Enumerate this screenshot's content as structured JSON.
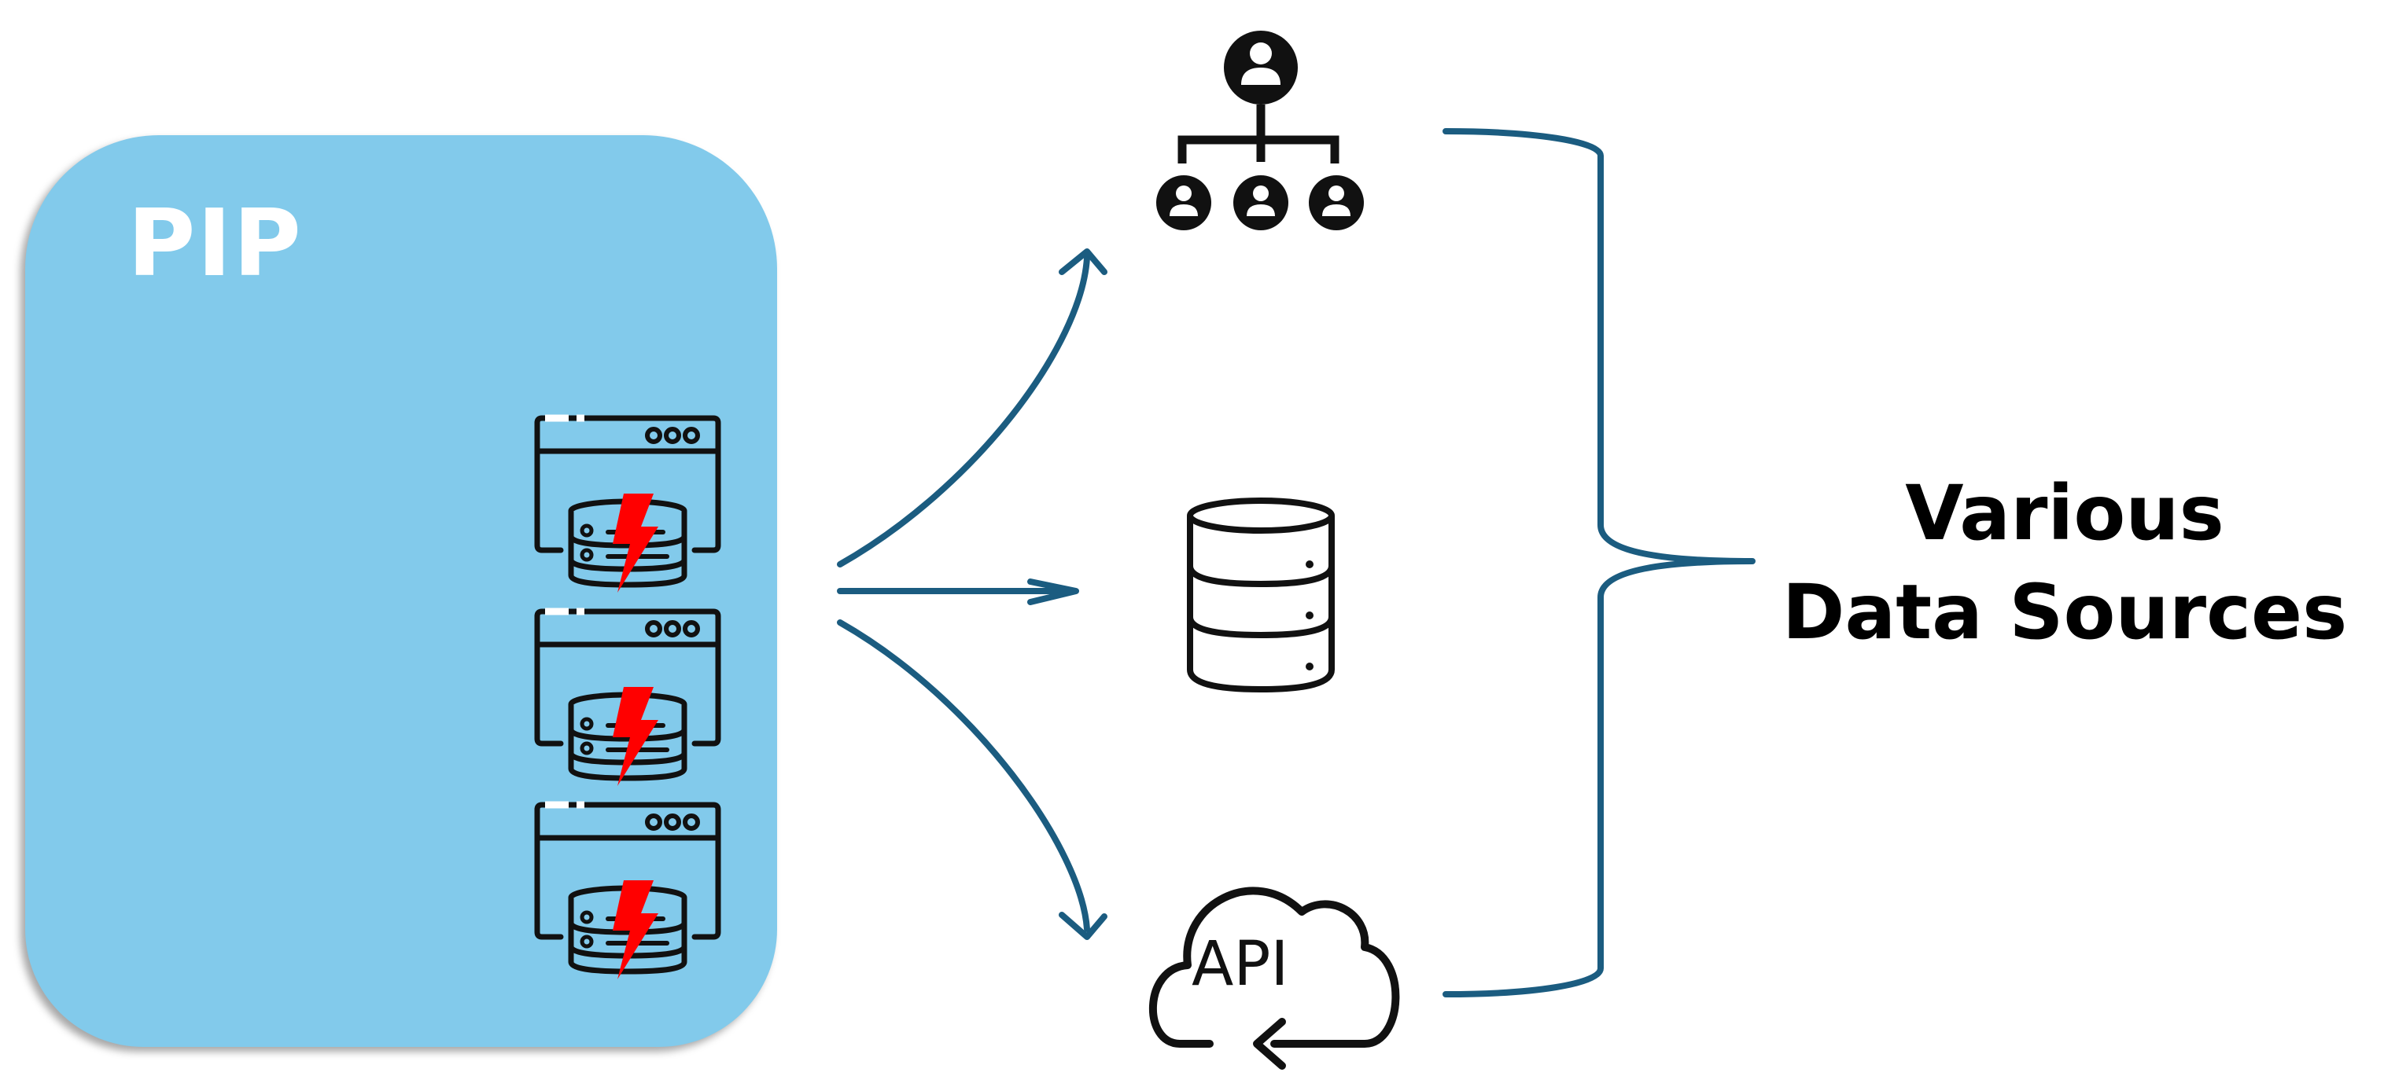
{
  "pip": {
    "title": "PIP",
    "box_color": "#82CAEB",
    "title_color": "#FFFFFF",
    "server_icons": [
      {
        "icon": "server-database-icon",
        "alert_icon": "lightning-bolt-icon"
      },
      {
        "icon": "server-database-icon",
        "alert_icon": "lightning-bolt-icon"
      },
      {
        "icon": "server-database-icon",
        "alert_icon": "lightning-bolt-icon"
      }
    ]
  },
  "sources": [
    {
      "icon": "organization-hierarchy-icon"
    },
    {
      "icon": "database-icon"
    },
    {
      "icon": "api-cloud-icon",
      "text": "API"
    }
  ],
  "group_label": {
    "line1": "Various",
    "line2": "Data Sources"
  },
  "colors": {
    "arrow": "#1B5C80",
    "brace": "#1B5C80",
    "bolt": "#FF0000",
    "icon_stroke": "#111111",
    "label_text": "#000000"
  }
}
